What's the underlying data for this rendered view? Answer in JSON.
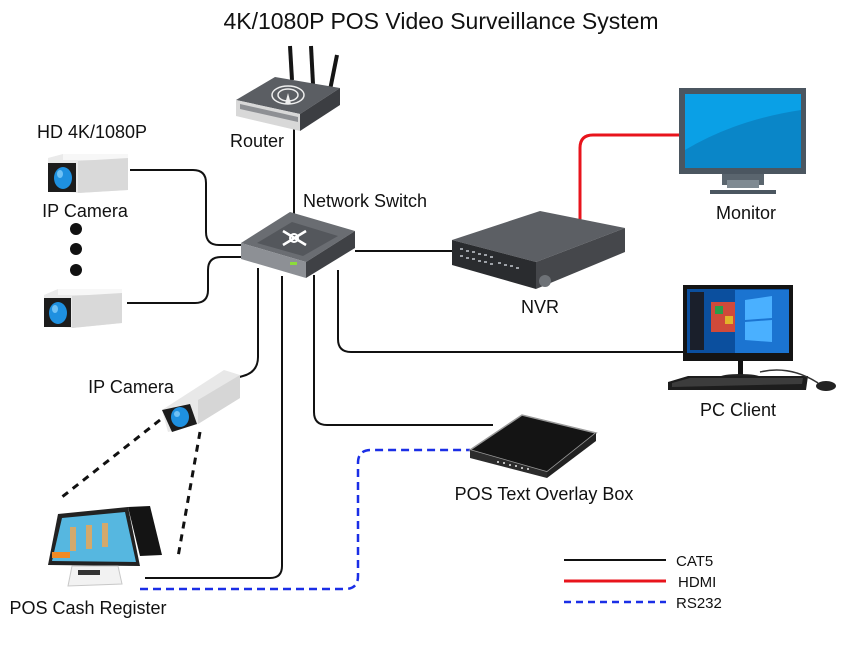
{
  "title": "4K/1080P POS Video Surveillance System",
  "nodes": {
    "router": {
      "label": "Router",
      "icon": "router-icon"
    },
    "switch": {
      "label": "Network Switch",
      "icon": "network-switch-icon"
    },
    "camera_top": {
      "label_line1": "HD 4K/1080P",
      "label_line2": "IP Camera",
      "icon": "ip-camera-icon"
    },
    "camera_bottom": {
      "icon": "ip-camera-icon"
    },
    "ellipsis": {
      "icon": "vertical-ellipsis-icon"
    },
    "nvr": {
      "label": "NVR",
      "icon": "nvr-icon"
    },
    "monitor": {
      "label": "Monitor",
      "icon": "monitor-icon"
    },
    "pc_client": {
      "label": "PC Client",
      "icon": "desktop-computer-icon"
    },
    "pos_camera": {
      "label": "IP Camera",
      "icon": "ip-camera-icon"
    },
    "overlay_box": {
      "label": "POS Text Overlay Box",
      "icon": "overlay-box-icon"
    },
    "cash_register": {
      "label": "POS Cash Register",
      "icon": "pos-terminal-icon"
    }
  },
  "connections": [
    {
      "from": "Router",
      "to": "Network Switch",
      "type": "CAT5"
    },
    {
      "from": "HD 4K/1080P IP Camera",
      "to": "Network Switch",
      "type": "CAT5"
    },
    {
      "from": "IP Camera",
      "to": "Network Switch",
      "type": "CAT5"
    },
    {
      "from": "Network Switch",
      "to": "NVR",
      "type": "CAT5"
    },
    {
      "from": "NVR",
      "to": "Monitor",
      "type": "HDMI"
    },
    {
      "from": "Network Switch",
      "to": "PC Client",
      "type": "CAT5"
    },
    {
      "from": "Network Switch",
      "to": "POS Text Overlay Box",
      "type": "CAT5"
    },
    {
      "from": "Network Switch",
      "to": "POS Cash Register",
      "type": "CAT5"
    },
    {
      "from": "POS Cash Register",
      "to": "POS Text Overlay Box",
      "type": "RS232"
    }
  ],
  "legend": [
    {
      "label": "CAT5",
      "color": "#111111",
      "style": "solid"
    },
    {
      "label": "HDMI",
      "color": "#e8141c",
      "style": "solid"
    },
    {
      "label": "RS232",
      "color": "#1a2ee6",
      "style": "dashed"
    }
  ],
  "colors": {
    "cat5": "#111111",
    "hdmi": "#e8141c",
    "rs232": "#1a2ee6",
    "device_dark": "#4a4d52",
    "device_top": "#6b6e73",
    "screen_blue": "#0a8fd6",
    "lens_blue": "#1e90e0"
  }
}
